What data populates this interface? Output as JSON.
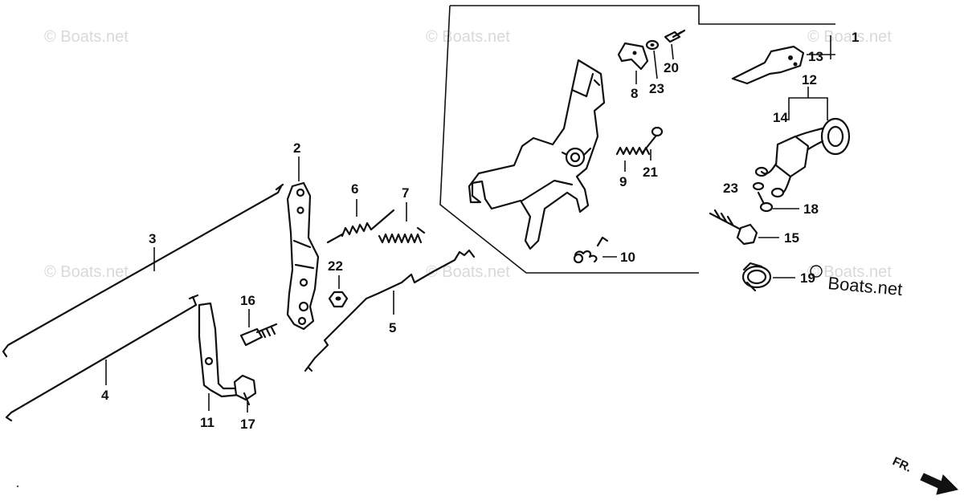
{
  "watermarks": [
    "© Boats.net",
    "© Boats.net",
    "© Boats.net",
    "© Boats.net",
    "© Boats.net",
    "© Boats.net"
  ],
  "brand_mark": "Boats.net",
  "direction": {
    "label": "FR."
  },
  "callouts": {
    "c1": "1",
    "c2": "2",
    "c3": "3",
    "c4": "4",
    "c5": "5",
    "c6": "6",
    "c7": "7",
    "c8": "8",
    "c9": "9",
    "c10": "10",
    "c11": "11",
    "c12": "12",
    "c13": "13",
    "c14": "14",
    "c15": "15",
    "c16": "16",
    "c17": "17",
    "c18": "18",
    "c19": "19",
    "c20": "20",
    "c21": "21",
    "c22": "22",
    "c23a": "23",
    "c23b": "23"
  }
}
